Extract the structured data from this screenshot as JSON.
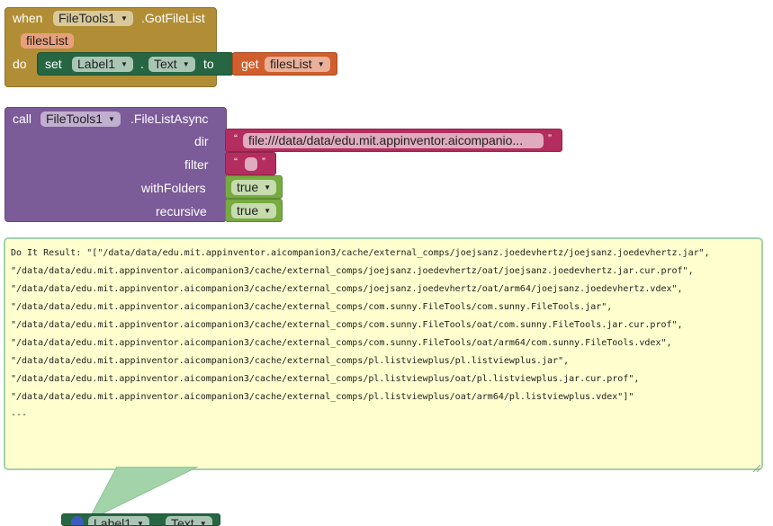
{
  "event_block": {
    "when": "when",
    "component": "FileTools1",
    "event": ".GotFileList",
    "param": "filesList",
    "do": "do",
    "set": "set",
    "set_component": "Label1",
    "set_property": "Text",
    "to": "to",
    "get": "get",
    "get_var": "filesList"
  },
  "call_block": {
    "call": "call",
    "component": "FileTools1",
    "method": ".FileListAsync",
    "dir_label": "dir",
    "dir_value": "file:///data/data/edu.mit.appinventor.aicompanio...",
    "filter_label": "filter",
    "filter_value": "",
    "withFolders_label": "withFolders",
    "withFolders_value": "true",
    "recursive_label": "recursive",
    "recursive_value": "true",
    "quote_open": "“",
    "quote_close": "”"
  },
  "result": {
    "lines": [
      "Do It Result: \"[\"/data/data/edu.mit.appinventor.aicompanion3/cache/external_comps/joejsanz.joedevhertz/joejsanz.joedevhertz.jar\",",
      "\"/data/data/edu.mit.appinventor.aicompanion3/cache/external_comps/joejsanz.joedevhertz/oat/joejsanz.joedevhertz.jar.cur.prof\",",
      "\"/data/data/edu.mit.appinventor.aicompanion3/cache/external_comps/joejsanz.joedevhertz/oat/arm64/joejsanz.joedevhertz.vdex\",",
      "\"/data/data/edu.mit.appinventor.aicompanion3/cache/external_comps/com.sunny.FileTools/com.sunny.FileTools.jar\",",
      "\"/data/data/edu.mit.appinventor.aicompanion3/cache/external_comps/com.sunny.FileTools/oat/com.sunny.FileTools.jar.cur.prof\",",
      "\"/data/data/edu.mit.appinventor.aicompanion3/cache/external_comps/com.sunny.FileTools/oat/arm64/com.sunny.FileTools.vdex\",",
      "\"/data/data/edu.mit.appinventor.aicompanion3/cache/external_comps/pl.listviewplus/pl.listviewplus.jar\",",
      "\"/data/data/edu.mit.appinventor.aicompanion3/cache/external_comps/pl.listviewplus/oat/pl.listviewplus.jar.cur.prof\",",
      "\"/data/data/edu.mit.appinventor.aicompanion3/cache/external_comps/pl.listviewplus/oat/arm64/pl.listviewplus.vdex\"]\"",
      "---"
    ]
  },
  "bottom_block": {
    "component": "Label1",
    "property": "Text"
  },
  "colors": {
    "event": "#b18e35",
    "procedure_call": "#7c5b99",
    "setter": "#266643",
    "getter": "#d05f2d",
    "text": "#b32d5e",
    "logic": "#77ab41",
    "result_bg": "#fefece",
    "result_border": "#a2d3a9"
  }
}
